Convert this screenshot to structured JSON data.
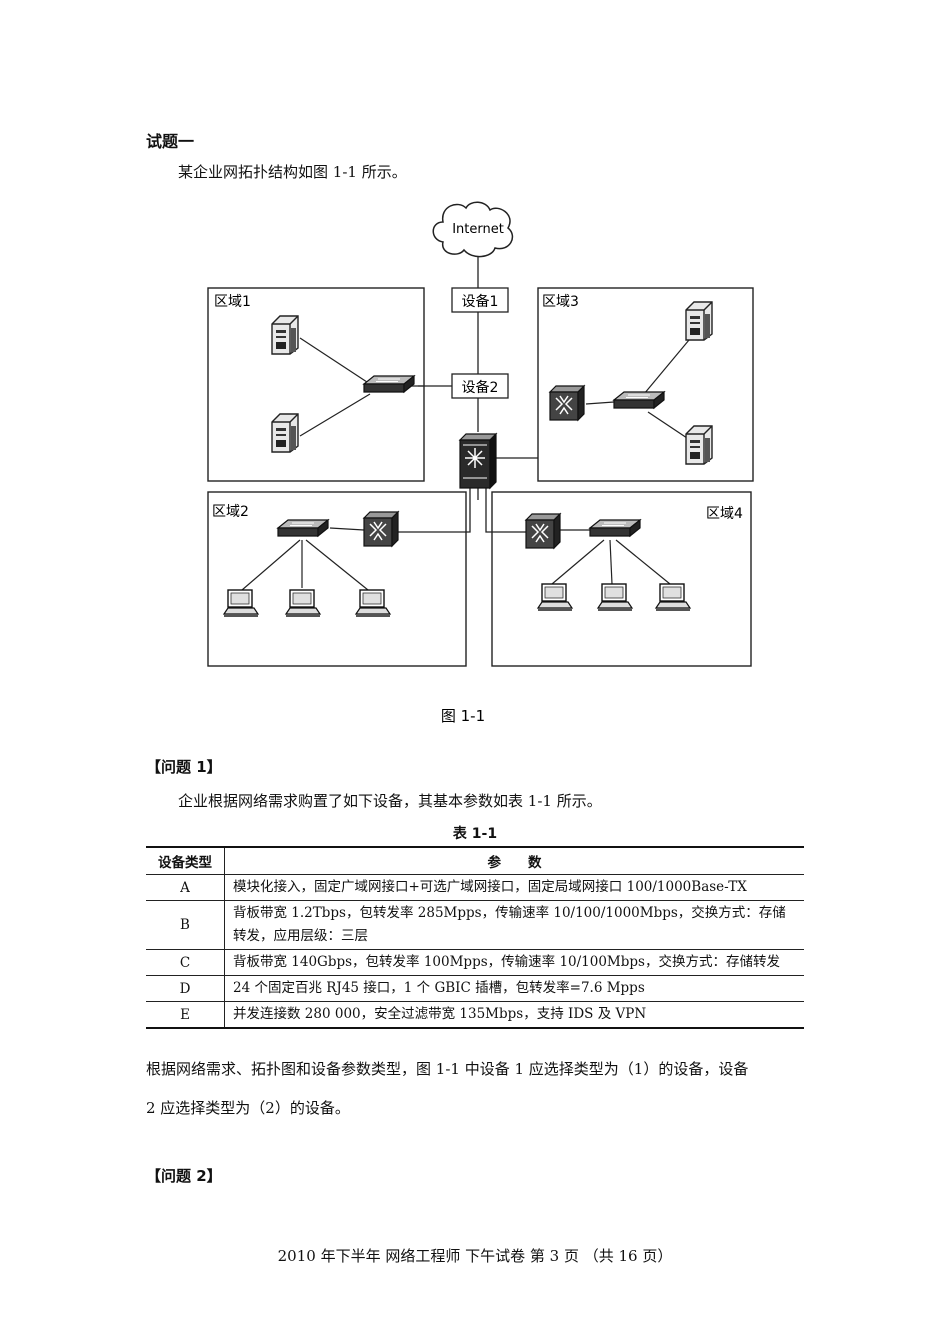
{
  "section_title": "试题一",
  "intro": "某企业网拓扑结构如图 1-1 所示。",
  "diagram": {
    "internet_label": "Internet",
    "device1_label": "设备1",
    "device2_label": "设备2",
    "zone1_label": "区域1",
    "zone2_label": "区域2",
    "zone3_label": "区域3",
    "zone4_label": "区域4",
    "caption": "图 1-1"
  },
  "question1": {
    "heading": "【问题 1】",
    "text": "企业根据网络需求购置了如下设备，其基本参数如表 1-1 所示。",
    "table_caption": "表 1-1",
    "table": {
      "headers": [
        "设备类型",
        "参　　数"
      ],
      "rows": [
        {
          "type": "A",
          "param": "模块化接入，固定广域网接口+可选广域网接口，固定局域网接口 100/1000Base-TX"
        },
        {
          "type": "B",
          "param": "背板带宽 1.2Tbps，包转发率 285Mpps，传输速率 10/100/1000Mbps，交换方式：存储转发，应用层级：三层"
        },
        {
          "type": "C",
          "param": "背板带宽 140Gbps，包转发率 100Mpps，传输速率 10/100Mbps，交换方式：存储转发"
        },
        {
          "type": "D",
          "param": "24 个固定百兆 RJ45 接口，1 个 GBIC 插槽，包转发率=7.6 Mpps"
        },
        {
          "type": "E",
          "param": "并发连接数 280 000，安全过滤带宽 135Mbps，支持 IDS 及 VPN"
        }
      ]
    },
    "answer_line1": "根据网络需求、拓扑图和设备参数类型，图 1-1 中设备 1 应选择类型为（1）的设备，设备",
    "answer_line2": "2 应选择类型为（2）的设备。"
  },
  "question2": {
    "heading": "【问题 2】"
  },
  "footer": "2010 年下半年 网络工程师 下午试卷 第 3 页 （共 16 页）"
}
